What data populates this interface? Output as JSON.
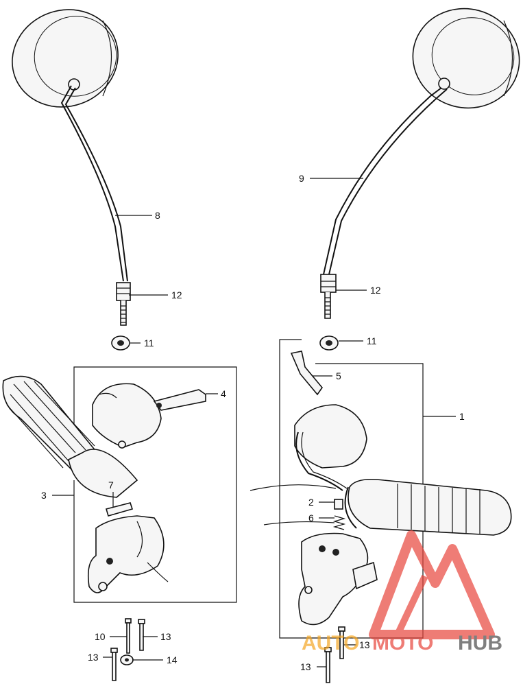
{
  "callouts": {
    "c1": "1",
    "c2": "2",
    "c3": "3",
    "c4": "4",
    "c5": "5",
    "c6": "6",
    "c7": "7",
    "c8": "8",
    "c9": "9",
    "c10": "10",
    "c11_left": "11",
    "c11_right": "11",
    "c12_left": "12",
    "c12_right": "12",
    "c13_left_a": "13",
    "c13_left_b": "13",
    "c13_right_a": "13",
    "c13_right_b": "13",
    "c14": "14"
  },
  "watermark": {
    "part1": "AUTO",
    "part2": "MOTO",
    "part3": "HUB",
    "color_orange": "#f5a623",
    "color_red": "#e8453c",
    "color_dark": "#4a4a4a"
  }
}
